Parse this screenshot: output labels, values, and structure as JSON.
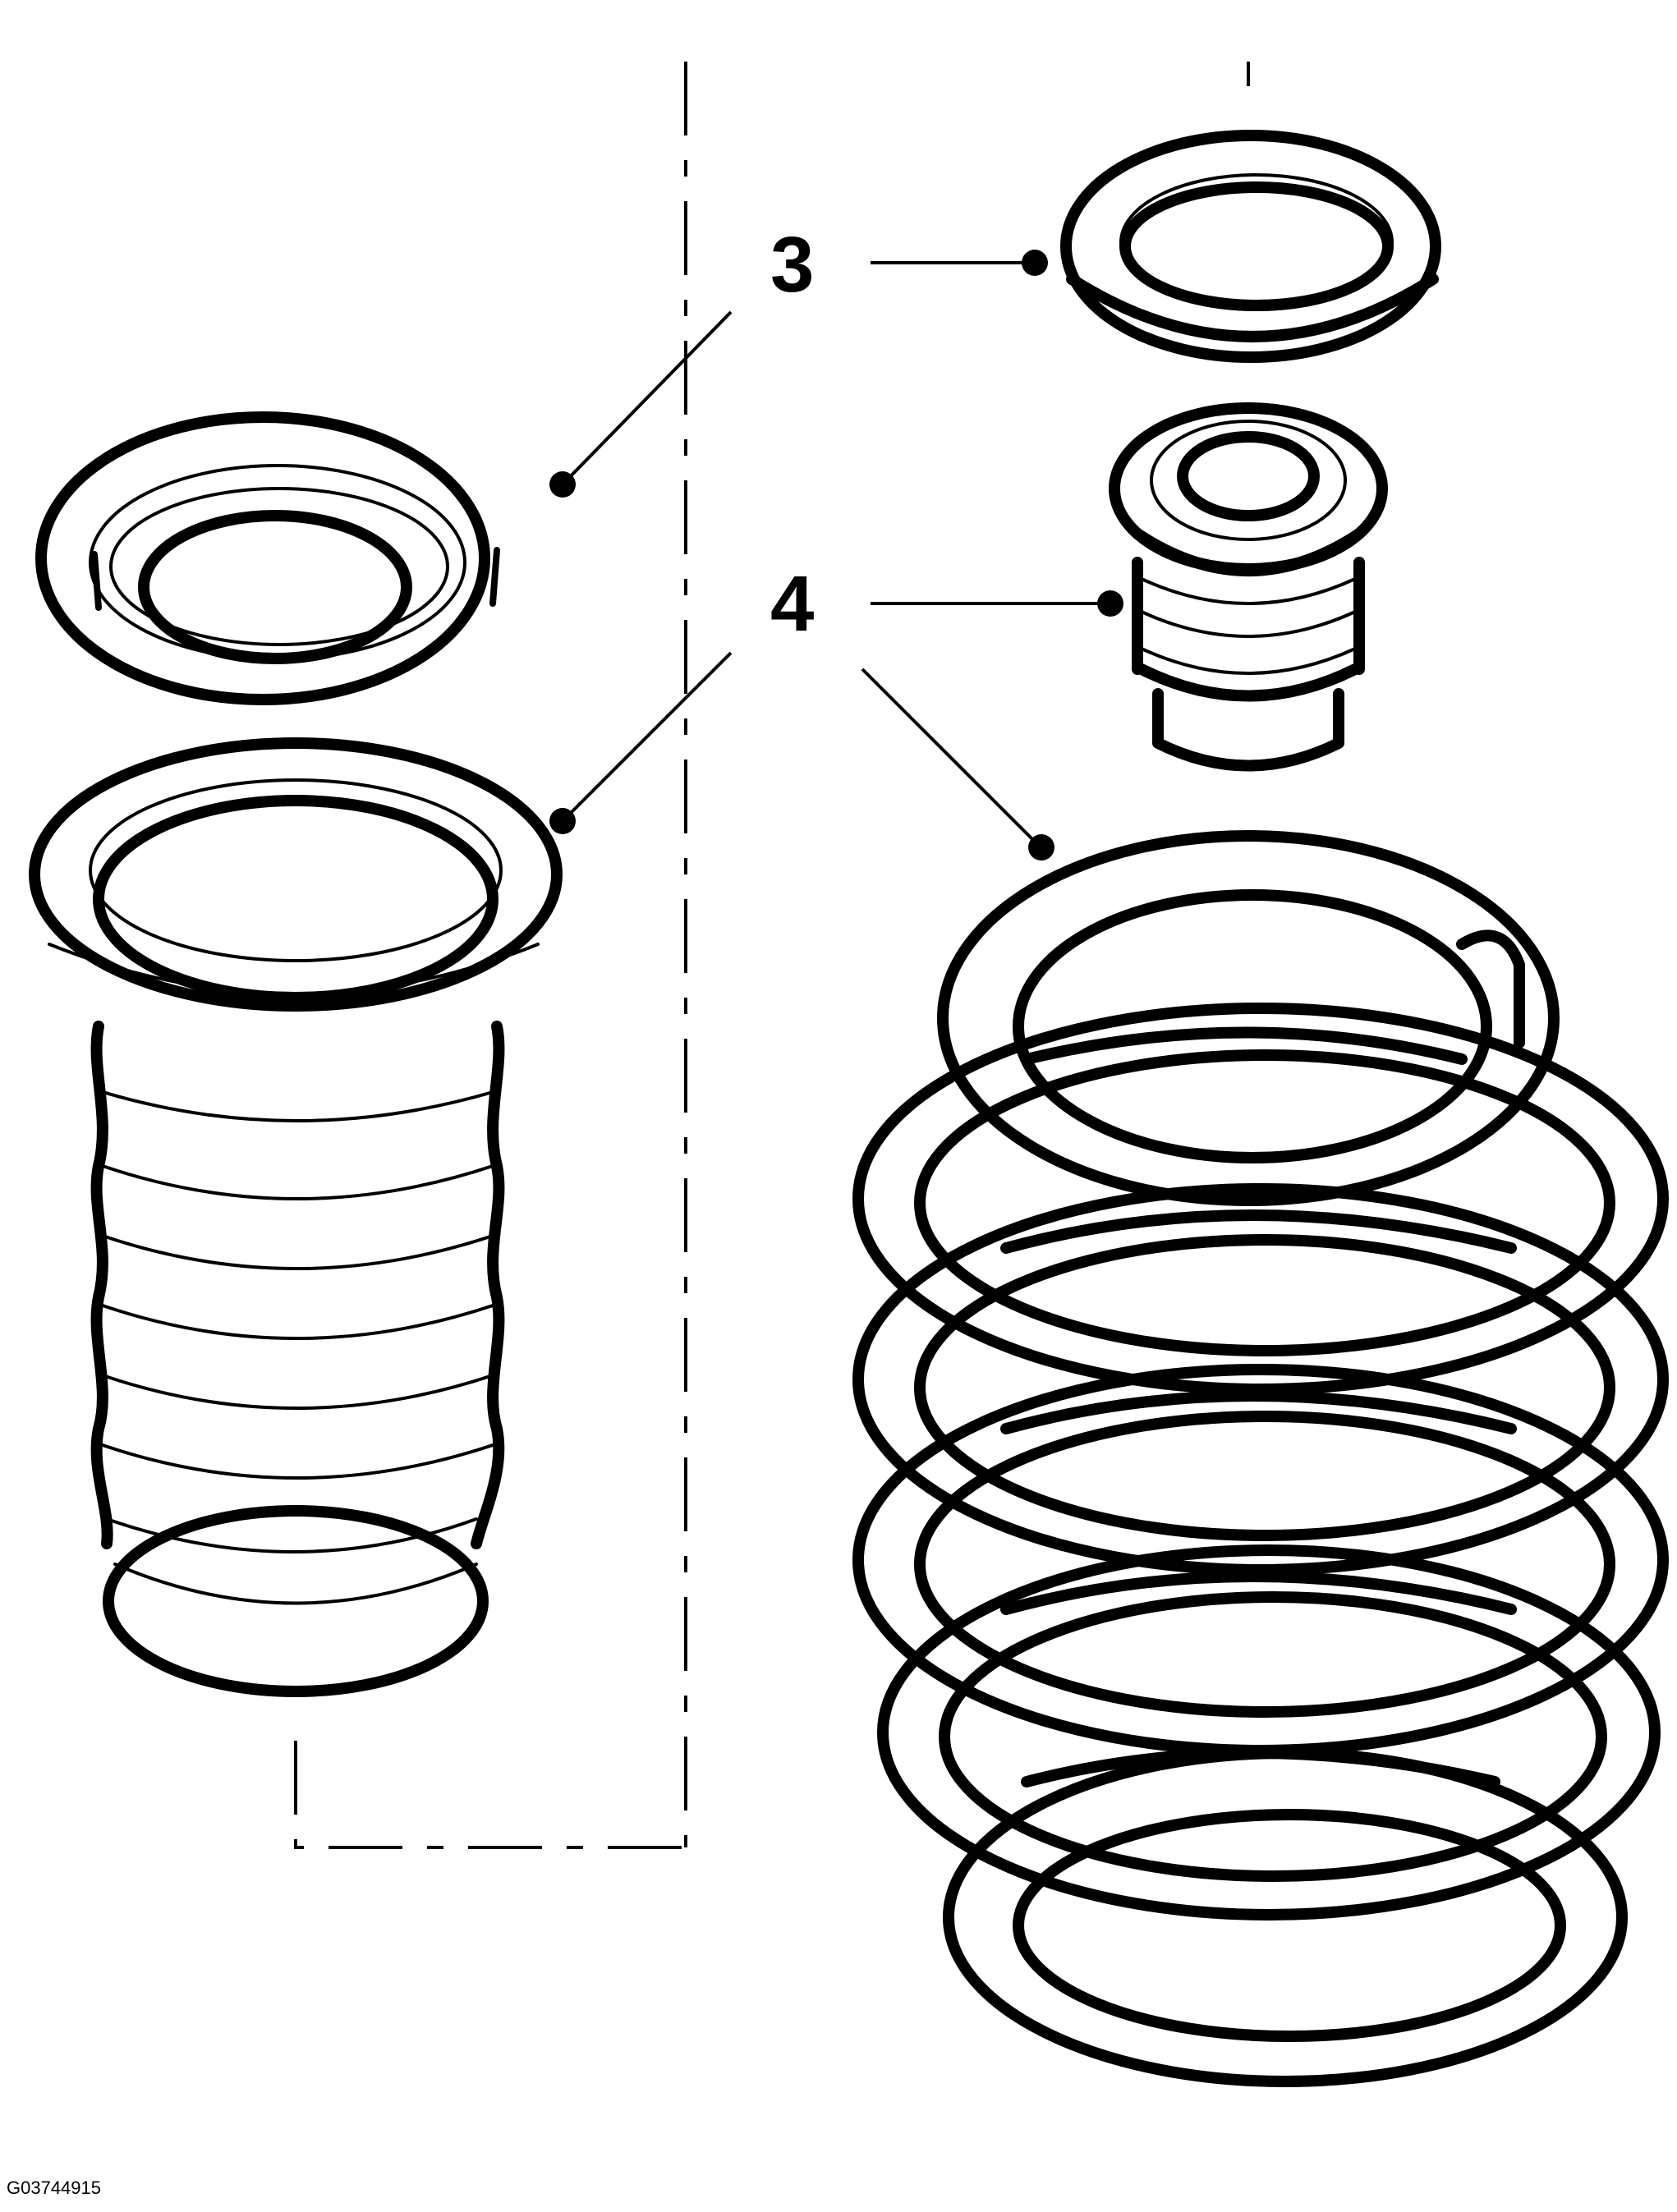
{
  "callouts": [
    {
      "number": "3"
    },
    {
      "number": "4"
    }
  ],
  "figure_code": "G03744915",
  "colors": {
    "line": "#000000",
    "background": "#ffffff"
  }
}
